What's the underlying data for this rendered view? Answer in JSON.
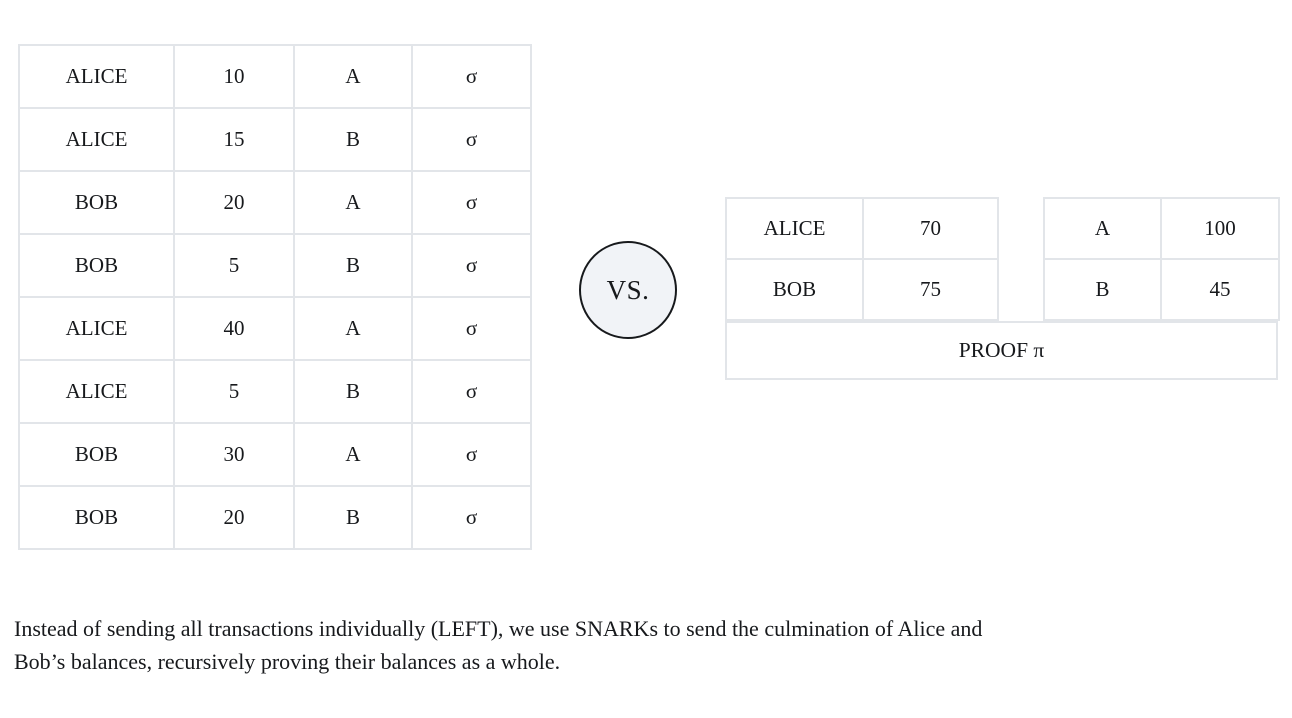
{
  "left_table": {
    "rows": [
      {
        "sender": "ALICE",
        "amount": "10",
        "asset": "A",
        "signature": "σ"
      },
      {
        "sender": "ALICE",
        "amount": "15",
        "asset": "B",
        "signature": "σ"
      },
      {
        "sender": "BOB",
        "amount": "20",
        "asset": "A",
        "signature": "σ"
      },
      {
        "sender": "BOB",
        "amount": "5",
        "asset": "B",
        "signature": "σ"
      },
      {
        "sender": "ALICE",
        "amount": "40",
        "asset": "A",
        "signature": "σ"
      },
      {
        "sender": "ALICE",
        "amount": "5",
        "asset": "B",
        "signature": "σ"
      },
      {
        "sender": "BOB",
        "amount": "30",
        "asset": "A",
        "signature": "σ"
      },
      {
        "sender": "BOB",
        "amount": "20",
        "asset": "B",
        "signature": "σ"
      }
    ]
  },
  "vs_label": "VS.",
  "right": {
    "balances": [
      {
        "name": "ALICE",
        "value": "70"
      },
      {
        "name": "BOB",
        "value": "75"
      }
    ],
    "assets": [
      {
        "name": "A",
        "value": "100"
      },
      {
        "name": "B",
        "value": "45"
      }
    ],
    "proof_label": "PROOF π"
  },
  "caption": {
    "lines": [
      "Instead of sending all transactions individually (LEFT), we use SNARKs to send the culmination of Alice and",
      "Bob’s balances, recursively proving their balances as a whole."
    ]
  },
  "colors": {
    "border": "#e2e5e9",
    "circle_fill": "#f1f3f7",
    "text": "#17191c"
  }
}
